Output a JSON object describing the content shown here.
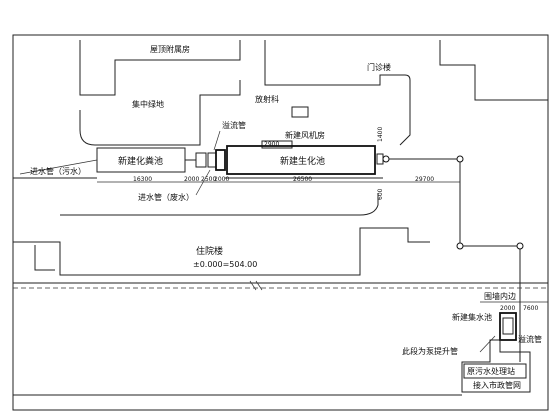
{
  "labels": {
    "kitchen_annex": "屋顶附属房",
    "green_area": "集中绿地",
    "clinic": "门诊楼",
    "radiation": "放射科",
    "overflow_pipe_top": "溢流管",
    "fan_room": "新建风机房",
    "septic_tank": "新建化粪池",
    "bio_tank": "新建生化池",
    "inlet_sewage": "进水管（污水）",
    "inlet_waste": "进水管（废水）",
    "inpatient": "住院楼",
    "elevation": "±0.000=504.00",
    "fence_inner": "围墙内边",
    "collect_tank": "新建集水池",
    "overflow_pipe_bot": "溢流管",
    "pump_pipe": "此段为泵提升管",
    "treatment_station": "原污水处理站",
    "connect_network": "接入市政管网"
  },
  "dimensions": {
    "d16300": "16300",
    "d2000a": "2000",
    "d2500": "2500",
    "d2000b": "2000",
    "d26500": "26500",
    "d29700": "29700",
    "d2900": "2900",
    "d1400": "1400",
    "d600": "600",
    "d2000c": "2000",
    "d7600": "7600"
  }
}
